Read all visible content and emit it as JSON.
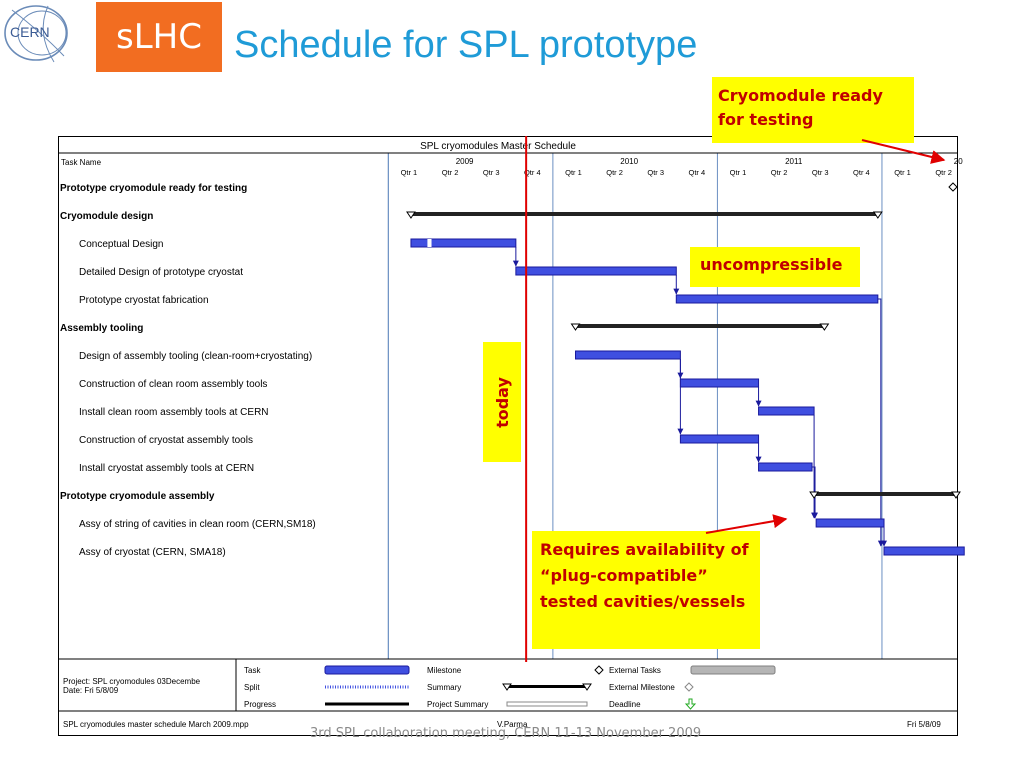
{
  "header": {
    "logo_text": "CERN",
    "badge": "sLHC",
    "title": "Schedule for SPL prototype"
  },
  "callouts": {
    "ready": "Cryomodule ready for testing",
    "uncompressible": "uncompressible",
    "today": "today",
    "requires": "Requires availability of “plug-compatible” tested cavities/vessels"
  },
  "footer": "3rd SPL collaboration meeting, CERN 11-13 November 2009",
  "gantt": {
    "title": "SPL cryomodules Master Schedule",
    "task_header": "Task Name",
    "years": [
      {
        "label": "2009",
        "at": 0
      },
      {
        "label": "2010",
        "at": 4
      },
      {
        "label": "2011",
        "at": 8
      },
      {
        "label": "20",
        "at": 12
      }
    ],
    "quarters": [
      "Qtr 1",
      "Qtr 2",
      "Qtr 3",
      "Qtr 4",
      "Qtr 1",
      "Qtr 2",
      "Qtr 3",
      "Qtr 4",
      "Qtr 1",
      "Qtr 2",
      "Qtr 3",
      "Qtr 4",
      "Qtr 1",
      "Qtr 2"
    ],
    "x_range_quarters": [
      -0.3,
      13.8
    ],
    "today_q": 3.35,
    "tasks": [
      {
        "name": "Prototype cryomodule ready for testing",
        "bold": true,
        "indent": 0,
        "kind": "milestone",
        "at": 13.8
      },
      {
        "name": "Cryomodule design",
        "bold": true,
        "indent": 0,
        "kind": "summary",
        "start": 0.55,
        "end": 11.9
      },
      {
        "name": "Conceptual Design",
        "bold": false,
        "indent": 1,
        "kind": "task",
        "start": 0.55,
        "end": 3.1,
        "split": [
          0.95,
          1.05
        ]
      },
      {
        "name": "Detailed Design of prototype cryostat",
        "bold": false,
        "indent": 1,
        "kind": "task",
        "start": 3.1,
        "end": 7.0
      },
      {
        "name": "Prototype cryostat fabrication",
        "bold": false,
        "indent": 1,
        "kind": "task",
        "start": 7.0,
        "end": 11.9
      },
      {
        "name": "Assembly tooling",
        "bold": true,
        "indent": 0,
        "kind": "summary",
        "start": 4.55,
        "end": 10.6
      },
      {
        "name": "Design of assembly tooling (clean-room+cryostating)",
        "bold": false,
        "indent": 1,
        "kind": "task",
        "start": 4.55,
        "end": 7.1
      },
      {
        "name": "Construction of clean room assembly tools",
        "bold": false,
        "indent": 1,
        "kind": "task",
        "start": 7.1,
        "end": 9.0
      },
      {
        "name": "Install clean room assembly tools at CERN",
        "bold": false,
        "indent": 1,
        "kind": "task",
        "start": 9.0,
        "end": 10.35
      },
      {
        "name": "Construction of cryostat assembly tools",
        "bold": false,
        "indent": 1,
        "kind": "task",
        "start": 7.1,
        "end": 9.0
      },
      {
        "name": "Install cryostat assembly tools at CERN",
        "bold": false,
        "indent": 1,
        "kind": "task",
        "start": 9.0,
        "end": 10.3
      },
      {
        "name": "Prototype cryomodule assembly",
        "bold": true,
        "indent": 0,
        "kind": "summary",
        "start": 10.35,
        "end": 13.8
      },
      {
        "name": "Assy of string of cavities in clean room (CERN,SM18)",
        "bold": false,
        "indent": 1,
        "kind": "task",
        "start": 10.4,
        "end": 12.05
      },
      {
        "name": "Assy of cryostat (CERN, SMA18)",
        "bold": false,
        "indent": 1,
        "kind": "task",
        "start": 12.05,
        "end": 14.0
      }
    ],
    "links": [
      [
        2,
        3
      ],
      [
        3,
        4
      ],
      [
        6,
        7
      ],
      [
        7,
        8
      ],
      [
        6,
        9
      ],
      [
        9,
        10
      ],
      [
        8,
        12
      ],
      [
        10,
        12
      ],
      [
        12,
        13
      ],
      [
        4,
        13
      ]
    ],
    "legend": {
      "project": "Project: SPL cryomodules 03Decembe",
      "date": "Date: Fri 5/8/09",
      "items": [
        [
          "Task",
          "Split",
          "Progress"
        ],
        [
          "Milestone",
          "Summary",
          "Project Summary"
        ],
        [
          "External Tasks",
          "External Milestone",
          "Deadline"
        ]
      ]
    },
    "bottom": {
      "file": "SPL cryomodules master schedule March 2009.mpp",
      "author": "V.Parma",
      "date": "Fri 5/8/09"
    }
  },
  "colors": {
    "accent_blue": "#1f9bd7",
    "bar_blue": "#3f4fe0",
    "bar_outline": "#1a1a9c",
    "summary": "#222222",
    "today_line": "#e00000",
    "callout_bg": "#ffff00",
    "callout_text": "#c00000",
    "slhc": "#f26d21"
  }
}
